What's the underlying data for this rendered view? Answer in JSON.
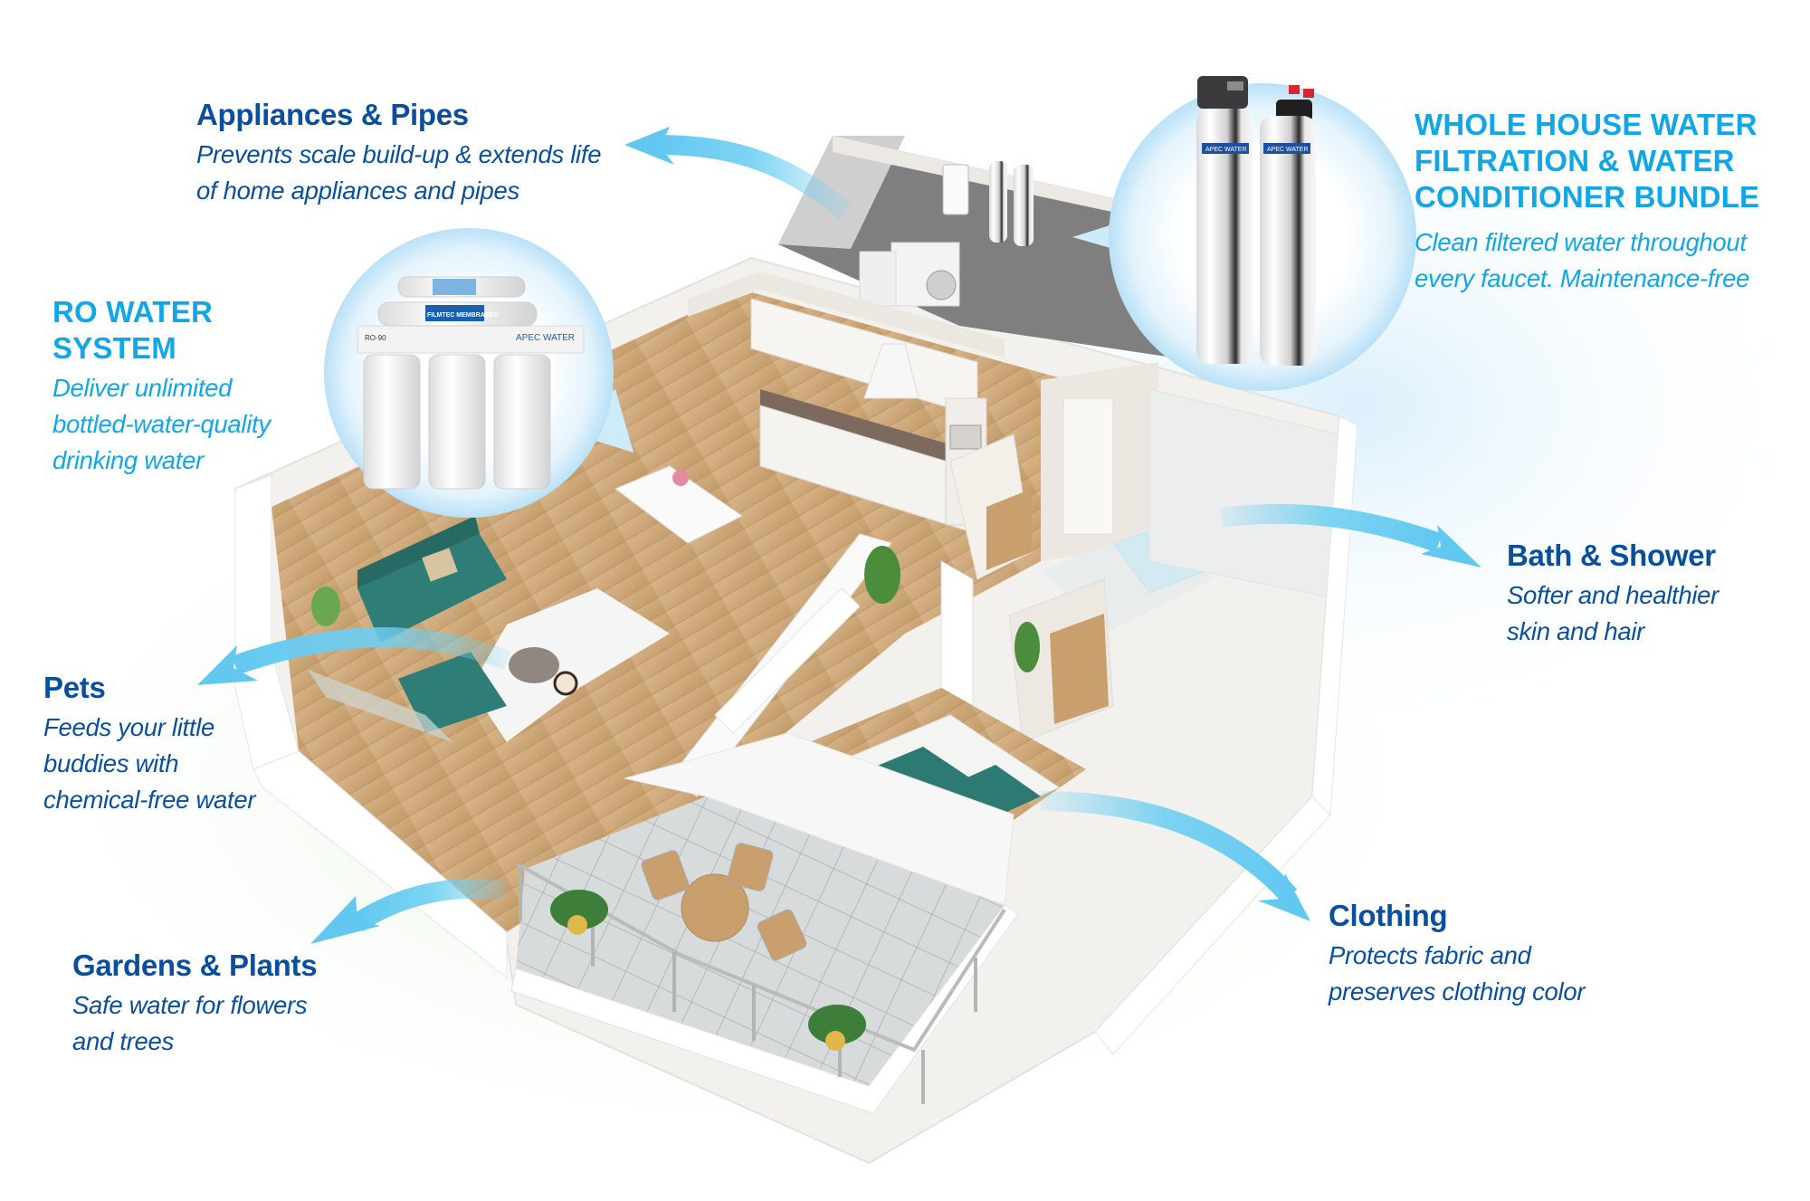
{
  "colors": {
    "benefit_text": "#0a4f9e",
    "product_text": "#12a6e6",
    "arrow": "#6fcff2",
    "floor_wood": "#c9a477",
    "sofa_teal": "#2f7d77",
    "glow_green": "#dcefd3"
  },
  "callouts": {
    "appliances": {
      "title": "Appliances & Pipes",
      "lines": [
        "Prevents scale build-up & extends life",
        "of home appliances and pipes"
      ]
    },
    "whole_house": {
      "title_lines": [
        "WHOLE HOUSE WATER",
        "FILTRATION & WATER",
        "CONDITIONER BUNDLE"
      ],
      "lines": [
        "Clean filtered water throughout",
        "every faucet. Maintenance-free"
      ]
    },
    "ro_system": {
      "title_lines": [
        "RO WATER",
        "SYSTEM"
      ],
      "lines": [
        "Deliver unlimited",
        "bottled-water-quality",
        "drinking water"
      ]
    },
    "pets": {
      "title": "Pets",
      "lines": [
        "Feeds your little",
        "buddies with",
        "chemical-free water"
      ]
    },
    "gardens": {
      "title": "Gardens & Plants",
      "lines": [
        "Safe water for flowers",
        "and trees"
      ]
    },
    "bath": {
      "title": "Bath & Shower",
      "lines": [
        "Softer and healthier",
        "skin and hair"
      ]
    },
    "clothing": {
      "title": "Clothing",
      "lines": [
        "Protects fabric and",
        "preserves clothing color"
      ]
    }
  },
  "products": {
    "ro_unit": {
      "brand_label": "APEC WATER",
      "membrane_label": "FILMTEC MEMBRANES",
      "model_label": "RO-90"
    },
    "whole_house_unit": {
      "tank_labels": [
        "APEC WATER",
        "APEC WATER"
      ]
    }
  },
  "arrows": [
    "appliances",
    "whole-house",
    "ro-system",
    "pets",
    "gardens",
    "bath",
    "clothing"
  ]
}
